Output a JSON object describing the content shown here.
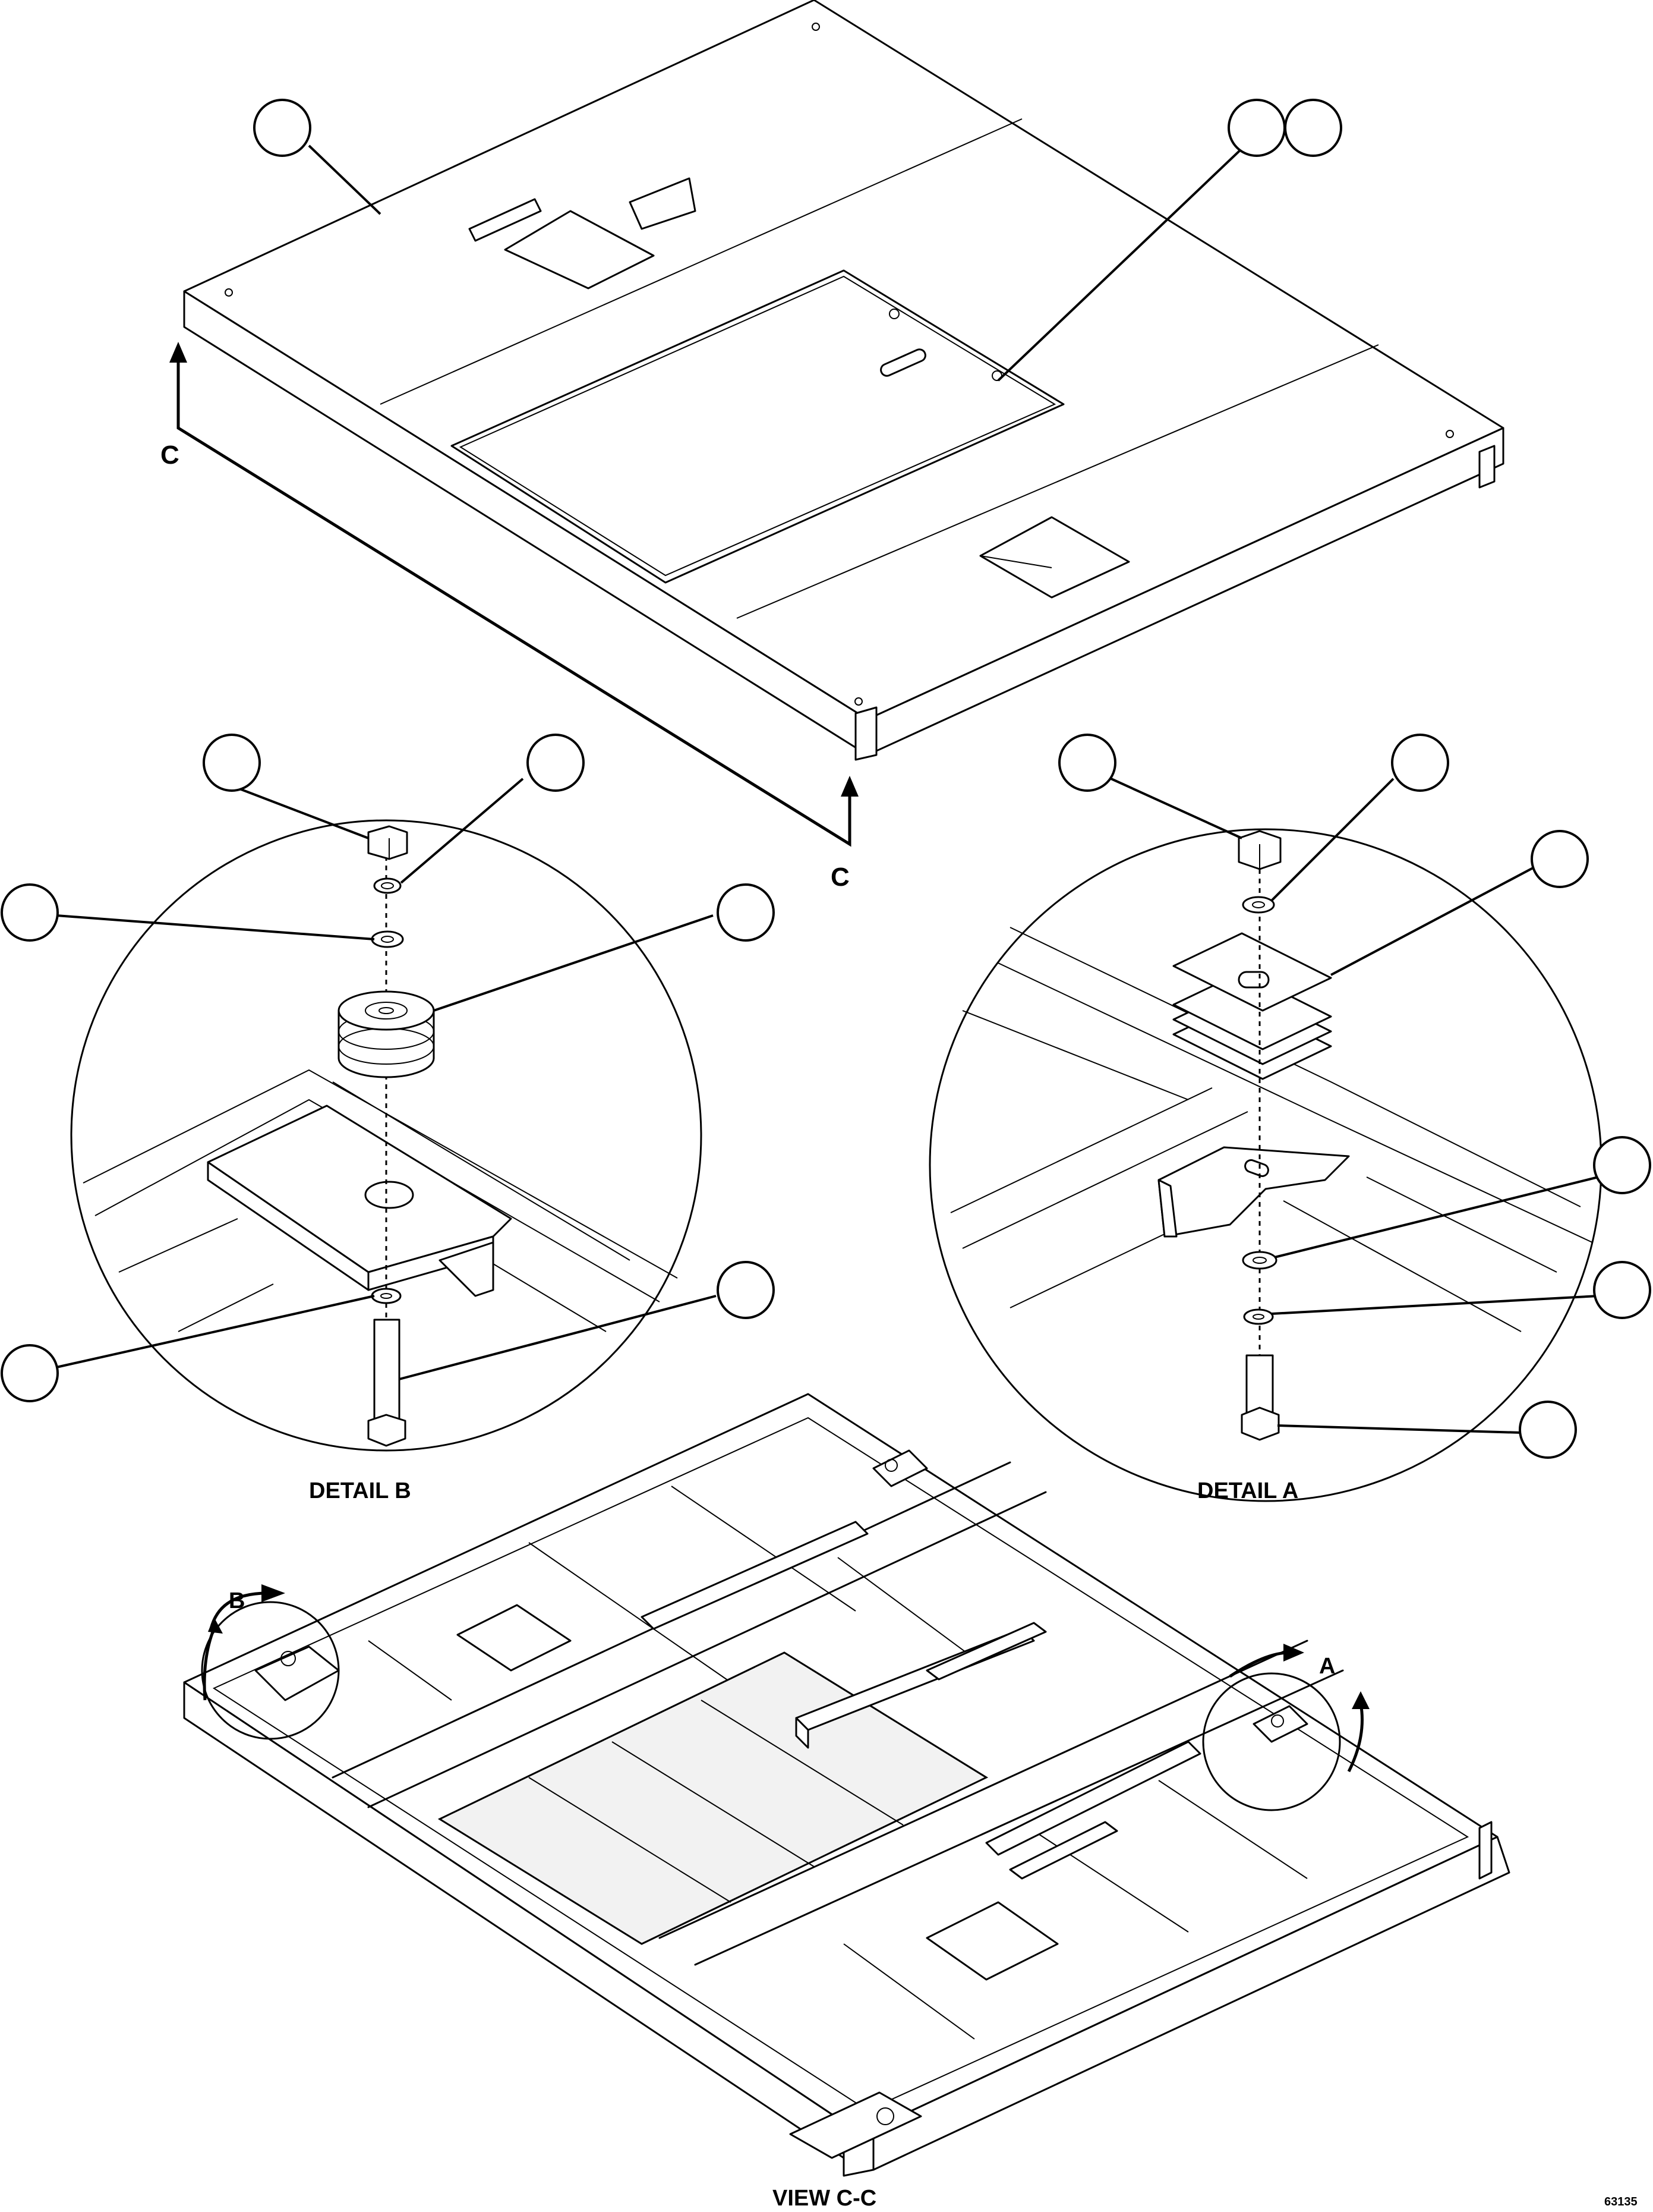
{
  "labels": {
    "section_left": "C",
    "section_right": "C",
    "detail_b_title": "DETAIL B",
    "detail_a_title": "DETAIL A",
    "view_title": "VIEW C-C",
    "detail_b_marker": "B",
    "detail_a_marker": "A",
    "drawing_number": "63135"
  },
  "callout_count": 15,
  "colors": {
    "line": "#000000",
    "background": "#ffffff"
  }
}
